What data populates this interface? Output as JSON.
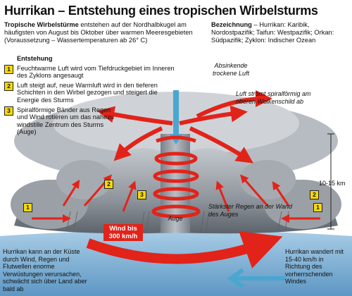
{
  "title": "Hurrikan – Entstehung eines tropischen Wirbelsturms",
  "intro": {
    "term": "Tropische Wirbelstürme",
    "text": " entstehen auf der Nordhalbkugel am häufigsten von August bis Oktober über warmen Meeresgebieten (Voraussetzung – Wassertemperaturen ab 26° C)"
  },
  "names": {
    "term": "Bezeichnung",
    "text": " – Hurrikan: Karibik, Nordostpazifik; Taifun: Westpazifik; Orkan: Südpazifik; Zyklon: Indischer Ozean"
  },
  "stages": {
    "heading": "Entstehung",
    "items": [
      {
        "num": "1",
        "text": "Feuchtwarme Luft wird vom Tiefdruckgebiet im Inneren des Zyklons angesaugt"
      },
      {
        "num": "2",
        "text": "Luft steigt auf, neue Warmluft wird in den tieferen Schichten in den Wirbel gezogen und steigert die Energie des Sturms"
      },
      {
        "num": "3",
        "text": "Spiralförmige Bänder aus Regen und Wind rotieren um das nahezu windstille Zentrum des Sturms (Auge)"
      }
    ]
  },
  "labels": {
    "sinking_air": "Absinkende trockene Luft",
    "spiral_air": "Luft strömt spiralförmig am oberen Wolkenschild ab",
    "height": "10-15 km",
    "eye": "Auge",
    "rain": "Stärkster Regen an der Wand des Auges",
    "wind_line1": "Wind bis",
    "wind_line2": "300 km/h",
    "left_bottom": "Hurrikan kann an der Küste durch Wind, Regen und Flutwellen enorme Verwüstungen verursachen, schwächt sich über Land aber bald ab",
    "right_bottom": "Hurrikan wandert mit 15-40 km/h in Richtung des vorherrschenden Windes"
  },
  "markers": {
    "m1": "1",
    "m2": "2",
    "m3": "3"
  },
  "colors": {
    "arrow_red": "#e2231a",
    "sink_blue": "#4aa6cf",
    "sea_blue": "#6ea8cf",
    "badge_yellow": "#f5d90a",
    "cloud_grey": "#8a9097"
  }
}
